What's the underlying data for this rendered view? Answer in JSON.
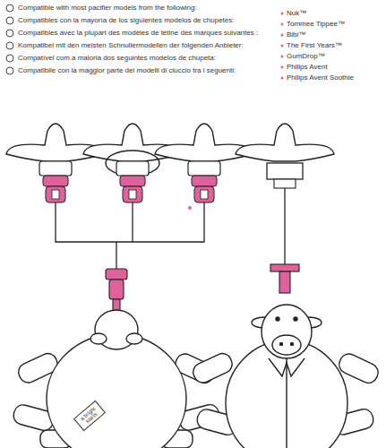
{
  "diagram": {
    "labels": [
      "Compatible with most pacifier models from the following:",
      "Compatibles con la mayoría de los siguientes modelos de chupetes:",
      "Compatibles avec la plupart des modèles de tétine des marques suivantes :",
      "Kompatibel mit den meisten Schnullermodellen der folgenden Anbieter:",
      "Compatível com a maioria dos seguintes modelos de chupeta:",
      "Compatibile con la maggior parte dei modelli di ciuccio tra i seguenti:",
      "Nuk™",
      "Tommee Tippee™",
      "Bibi™",
      "The First Years™",
      "GumDrop™",
      "Philips Avent",
      "Philips Avent Soothie",
      "a bright starts"
    ]
  }
}
